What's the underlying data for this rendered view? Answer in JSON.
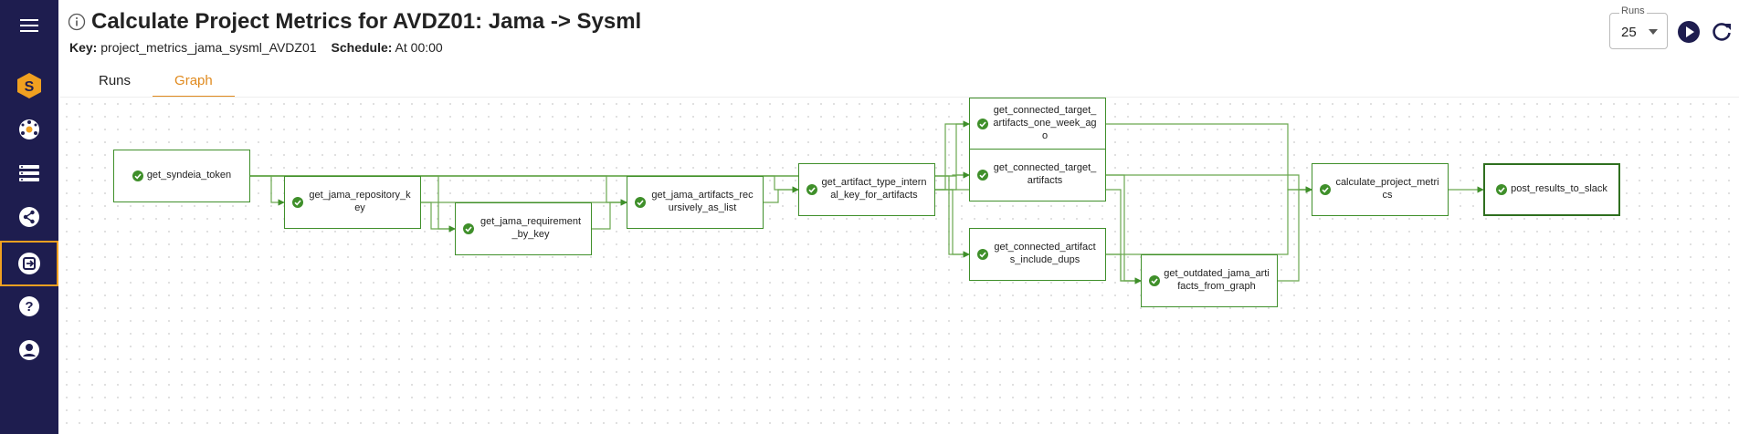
{
  "header": {
    "title": "Calculate Project Metrics for AVDZ01: Jama -> Sysml",
    "key_label": "Key:",
    "key_value": "project_metrics_jama_sysml_AVDZ01",
    "schedule_label": "Schedule:",
    "schedule_value": "At 00:00"
  },
  "tabs": [
    {
      "label": "Runs",
      "active": false
    },
    {
      "label": "Graph",
      "active": true
    }
  ],
  "runs_selector": {
    "label": "Runs",
    "value": "25"
  },
  "sidebar": {
    "items": [
      {
        "icon": "menu-icon"
      },
      {
        "icon": "syndeia-logo-icon"
      },
      {
        "icon": "network-hub-icon"
      },
      {
        "icon": "storage-list-icon"
      },
      {
        "icon": "share-icon"
      },
      {
        "icon": "pipeline-sync-icon",
        "active": true
      },
      {
        "icon": "help-icon"
      },
      {
        "icon": "account-icon"
      }
    ]
  },
  "colors": {
    "sidebar": "#1e1d4f",
    "accent": "#e08a1e",
    "success": "#3f8f2a"
  },
  "graph": {
    "nodes": [
      {
        "id": "get_syndeia_token",
        "label": "get_syndeia_token",
        "status": "success"
      },
      {
        "id": "get_jama_repository_key",
        "label": "get_jama_repository_key",
        "status": "success"
      },
      {
        "id": "get_jama_requirement_by_key",
        "label": "get_jama_requirement_by_key",
        "status": "success"
      },
      {
        "id": "get_jama_artifacts_recursively_as_list",
        "label": "get_jama_artifacts_recursively_as_list",
        "status": "success"
      },
      {
        "id": "get_artifact_type_internal_key_for_artifacts",
        "label": "get_artifact_type_internal_key_for_artifacts",
        "status": "success"
      },
      {
        "id": "get_connected_target_artifacts_one_week_ago",
        "label": "get_connected_target_artifacts_one_week_ago",
        "status": "success"
      },
      {
        "id": "get_connected_target_artifacts",
        "label": "get_connected_target_artifacts",
        "status": "success"
      },
      {
        "id": "get_connected_artifacts_include_dups",
        "label": "get_connected_artifacts_include_dups",
        "status": "success"
      },
      {
        "id": "get_outdated_jama_artifacts_from_graph",
        "label": "get_outdated_jama_artifacts_from_graph",
        "status": "success"
      },
      {
        "id": "calculate_project_metrics",
        "label": "calculate_project_metrics",
        "status": "success"
      },
      {
        "id": "post_results_to_slack",
        "label": "post_results_to_slack",
        "status": "success"
      }
    ],
    "edges": [
      [
        "get_syndeia_token",
        "get_jama_repository_key"
      ],
      [
        "get_syndeia_token",
        "get_jama_requirement_by_key"
      ],
      [
        "get_syndeia_token",
        "get_jama_artifacts_recursively_as_list"
      ],
      [
        "get_syndeia_token",
        "get_artifact_type_internal_key_for_artifacts"
      ],
      [
        "get_syndeia_token",
        "get_connected_target_artifacts_one_week_ago"
      ],
      [
        "get_syndeia_token",
        "get_connected_target_artifacts"
      ],
      [
        "get_syndeia_token",
        "get_connected_artifacts_include_dups"
      ],
      [
        "get_jama_repository_key",
        "get_jama_requirement_by_key"
      ],
      [
        "get_jama_repository_key",
        "get_jama_artifacts_recursively_as_list"
      ],
      [
        "get_jama_requirement_by_key",
        "get_jama_artifacts_recursively_as_list"
      ],
      [
        "get_jama_artifacts_recursively_as_list",
        "get_artifact_type_internal_key_for_artifacts"
      ],
      [
        "get_artifact_type_internal_key_for_artifacts",
        "get_connected_target_artifacts_one_week_ago"
      ],
      [
        "get_artifact_type_internal_key_for_artifacts",
        "get_connected_target_artifacts"
      ],
      [
        "get_artifact_type_internal_key_for_artifacts",
        "get_connected_artifacts_include_dups"
      ],
      [
        "get_artifact_type_internal_key_for_artifacts",
        "get_outdated_jama_artifacts_from_graph"
      ],
      [
        "get_connected_target_artifacts_one_week_ago",
        "calculate_project_metrics"
      ],
      [
        "get_connected_target_artifacts",
        "calculate_project_metrics"
      ],
      [
        "get_connected_target_artifacts",
        "get_outdated_jama_artifacts_from_graph"
      ],
      [
        "get_connected_artifacts_include_dups",
        "get_outdated_jama_artifacts_from_graph"
      ],
      [
        "get_connected_artifacts_include_dups",
        "calculate_project_metrics"
      ],
      [
        "get_outdated_jama_artifacts_from_graph",
        "calculate_project_metrics"
      ],
      [
        "calculate_project_metrics",
        "post_results_to_slack"
      ]
    ]
  }
}
